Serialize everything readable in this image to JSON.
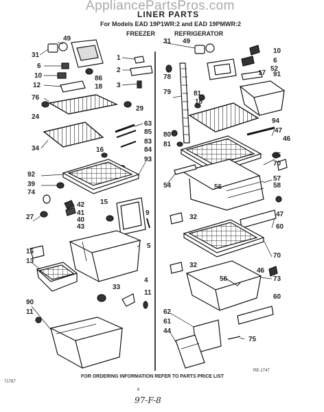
{
  "watermark": "AppliancePartsPros.com",
  "title": "LINER PARTS",
  "models": "For Models EAD 19P1WR:2 and EAD 19PMWR:2",
  "freezer_label": "FREEZER",
  "refrigerator_label": "REFRIGERATOR",
  "footer": "FOR ORDERING INFORMATION REFER TO PARTS PRICE LIST",
  "diagram_code": "71787",
  "ref_code": "RE-1747",
  "page_marker": "6",
  "handwritten": "97-F-8",
  "callouts": {
    "c31a": "31",
    "c49a": "49",
    "c6a": "6",
    "c10a": "10",
    "c12": "12",
    "c86": "86",
    "c18a": "18",
    "c76": "76",
    "c24": "24",
    "c29": "29",
    "c1": "1",
    "c2": "2",
    "c3": "3",
    "c63": "63",
    "c85": "85",
    "c83": "83",
    "c84": "84",
    "c34": "34",
    "c16": "16",
    "c93": "93",
    "c92": "92",
    "c39": "39",
    "c74": "74",
    "c42": "42",
    "c41": "41",
    "c40": "40",
    "c43": "43",
    "c27": "27",
    "c15a": "15",
    "c15b": "15",
    "c9": "9",
    "c13": "13",
    "c5": "5",
    "c33": "33",
    "c4": "4",
    "c11a": "11",
    "c90": "90",
    "c11b": "11",
    "c31b": "31",
    "c49b": "49",
    "c10b": "10",
    "c6b": "6",
    "c52": "52",
    "c17": "17",
    "c91": "91",
    "c78": "78",
    "c81a": "81",
    "c18b": "18",
    "c79": "79",
    "c94": "94",
    "c47a": "47",
    "c80": "80",
    "c81b": "81",
    "c46a": "46",
    "c45": "45",
    "c70a": "70",
    "c57": "57",
    "c58": "58",
    "c54": "54",
    "c56a": "56",
    "c47b": "47",
    "c32a": "32",
    "c60a": "60",
    "c70b": "70",
    "c32b": "32",
    "c46b": "46",
    "c56b": "56",
    "c73": "73",
    "c60b": "60",
    "c62": "62",
    "c61": "61",
    "c44": "44",
    "c75": "75"
  }
}
